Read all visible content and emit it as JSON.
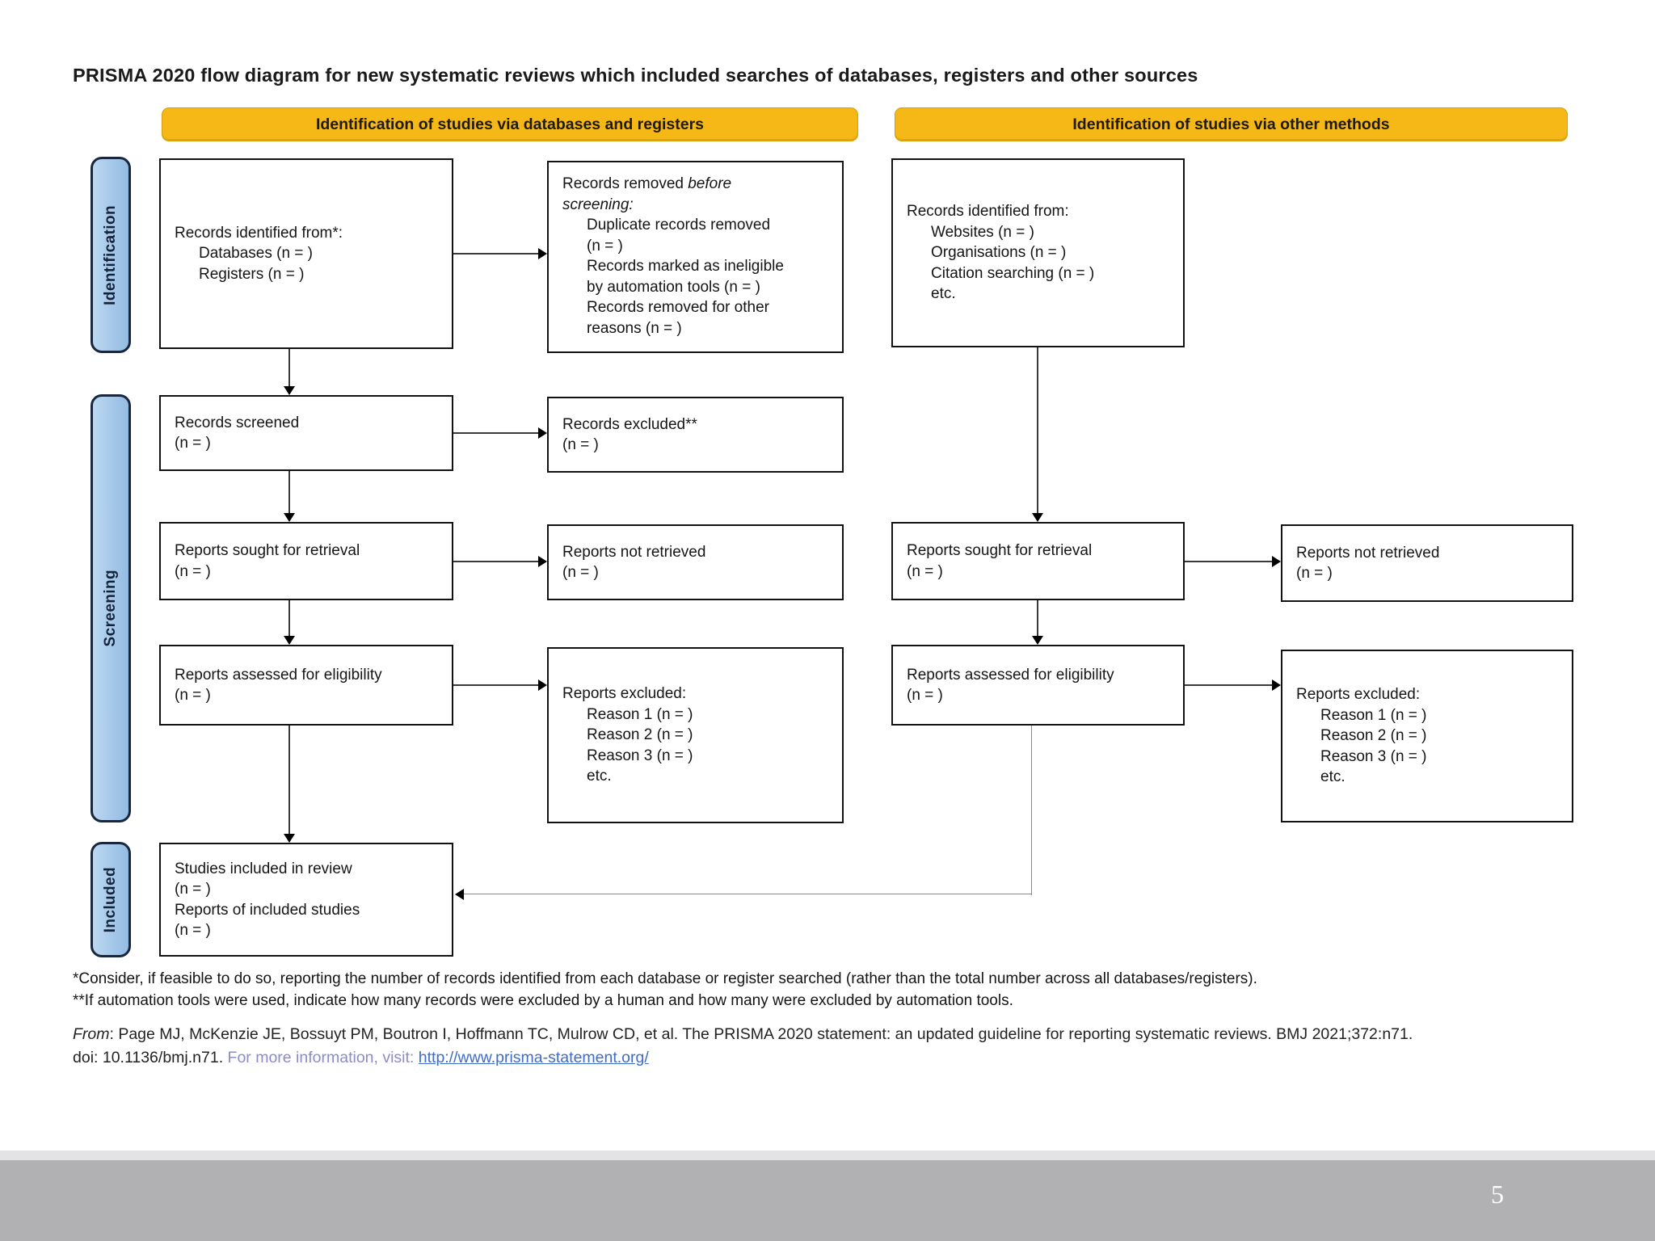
{
  "page": {
    "title": "PRISMA 2020 flow diagram for new systematic reviews which included searches of databases, registers and other sources",
    "page_number": "5"
  },
  "banners": {
    "databases_registers": "Identification of studies via databases and registers",
    "other_methods": "Identification of studies via other methods"
  },
  "stages": {
    "identification": "Identification",
    "screening": "Screening",
    "included": "Included"
  },
  "boxes": {
    "dbr": {
      "identified": {
        "lines": [
          "Records identified from*:",
          "Databases (n = )",
          "Registers (n = )"
        ]
      },
      "removed": {
        "t_normal": "Records removed ",
        "t_italic1": "before",
        "t_italic2": "screening:",
        "lines": [
          "Duplicate records removed",
          "(n = )",
          "Records marked as ineligible",
          "by automation tools (n = )",
          "Records removed for other",
          "reasons (n = )"
        ]
      },
      "screened": {
        "lines": [
          "Records screened",
          "(n = )"
        ]
      },
      "excluded": {
        "lines": [
          "Records excluded**",
          "(n = )"
        ]
      },
      "sought": {
        "lines": [
          "Reports sought for retrieval",
          "(n = )"
        ]
      },
      "not_retrieved": {
        "lines": [
          "Reports not retrieved",
          "(n = )"
        ]
      },
      "assessed": {
        "lines": [
          "Reports assessed for eligibility",
          "(n = )"
        ]
      },
      "reports_excluded": {
        "lines": [
          "Reports excluded:",
          "Reason 1 (n = )",
          "Reason 2 (n = )",
          "Reason 3 (n = )",
          "etc."
        ]
      },
      "included": {
        "lines": [
          "Studies included in review",
          "(n = )",
          "Reports of included studies",
          "(n = )"
        ]
      }
    },
    "other": {
      "identified": {
        "lines": [
          "Records identified from:",
          "Websites (n = )",
          "Organisations (n = )",
          "Citation searching (n = )",
          "etc."
        ]
      },
      "sought": {
        "lines": [
          "Reports sought for retrieval",
          "(n = )"
        ]
      },
      "not_retrieved": {
        "lines": [
          "Reports not retrieved",
          "(n = )"
        ]
      },
      "assessed": {
        "lines": [
          "Reports assessed for eligibility",
          "(n = )"
        ]
      },
      "reports_excluded": {
        "lines": [
          "Reports excluded:",
          "Reason 1 (n = )",
          "Reason 2 (n = )",
          "Reason 3 (n = )",
          "etc."
        ]
      }
    }
  },
  "footnotes": {
    "line1": "*Consider, if feasible to do so, reporting the number of records identified from each database or register searched (rather than the total number across all databases/registers).",
    "line2": "**If automation tools were used, indicate how many records were excluded by a human and how many were excluded by automation tools."
  },
  "citation": {
    "from_label": "From",
    "line1": ":  Page MJ, McKenzie JE, Bossuyt PM, Boutron I, Hoffmann TC, Mulrow CD, et al. The PRISMA 2020 statement: an updated guideline for reporting systematic reviews. BMJ 2021;372:n71.",
    "line2_pre": "doi: 10.1136/bmj.n71. ",
    "line2_info": "For more information, visit: ",
    "link": "http://www.prisma-statement.org/"
  },
  "colors": {
    "banner_yellow": "#f5b816",
    "stage_blue": "#a9cbea",
    "stage_border": "#18273f",
    "link_blue": "#3f6ccb",
    "info_purple": "#8d8bc9",
    "footer_gray": "#b1b1b4"
  }
}
